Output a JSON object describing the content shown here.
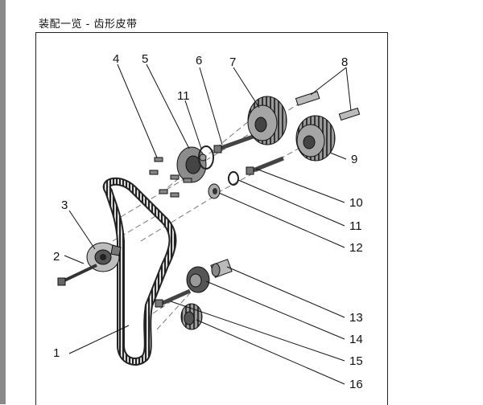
{
  "page": {
    "title": "装配一览 - 齿形皮带"
  },
  "diagram": {
    "callouts": [
      "1",
      "2",
      "3",
      "4",
      "5",
      "6",
      "7",
      "8",
      "9",
      "10",
      "11",
      "11",
      "12",
      "13",
      "14",
      "15",
      "16"
    ]
  }
}
